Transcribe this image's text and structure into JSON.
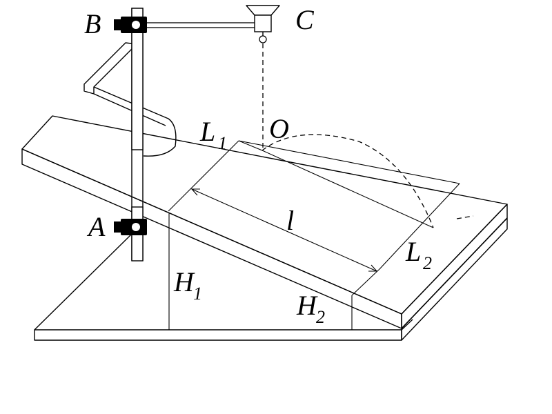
{
  "labels": {
    "B": "B",
    "C": "C",
    "A": "A",
    "O": "O",
    "L1": "L",
    "L1_sub": "1",
    "L2": "L",
    "L2_sub": "2",
    "l": "l",
    "H1": "H",
    "H1_sub": "1",
    "H2": "H",
    "H2_sub": "2"
  },
  "colors": {
    "ink": "#000000",
    "background": "#ffffff"
  }
}
